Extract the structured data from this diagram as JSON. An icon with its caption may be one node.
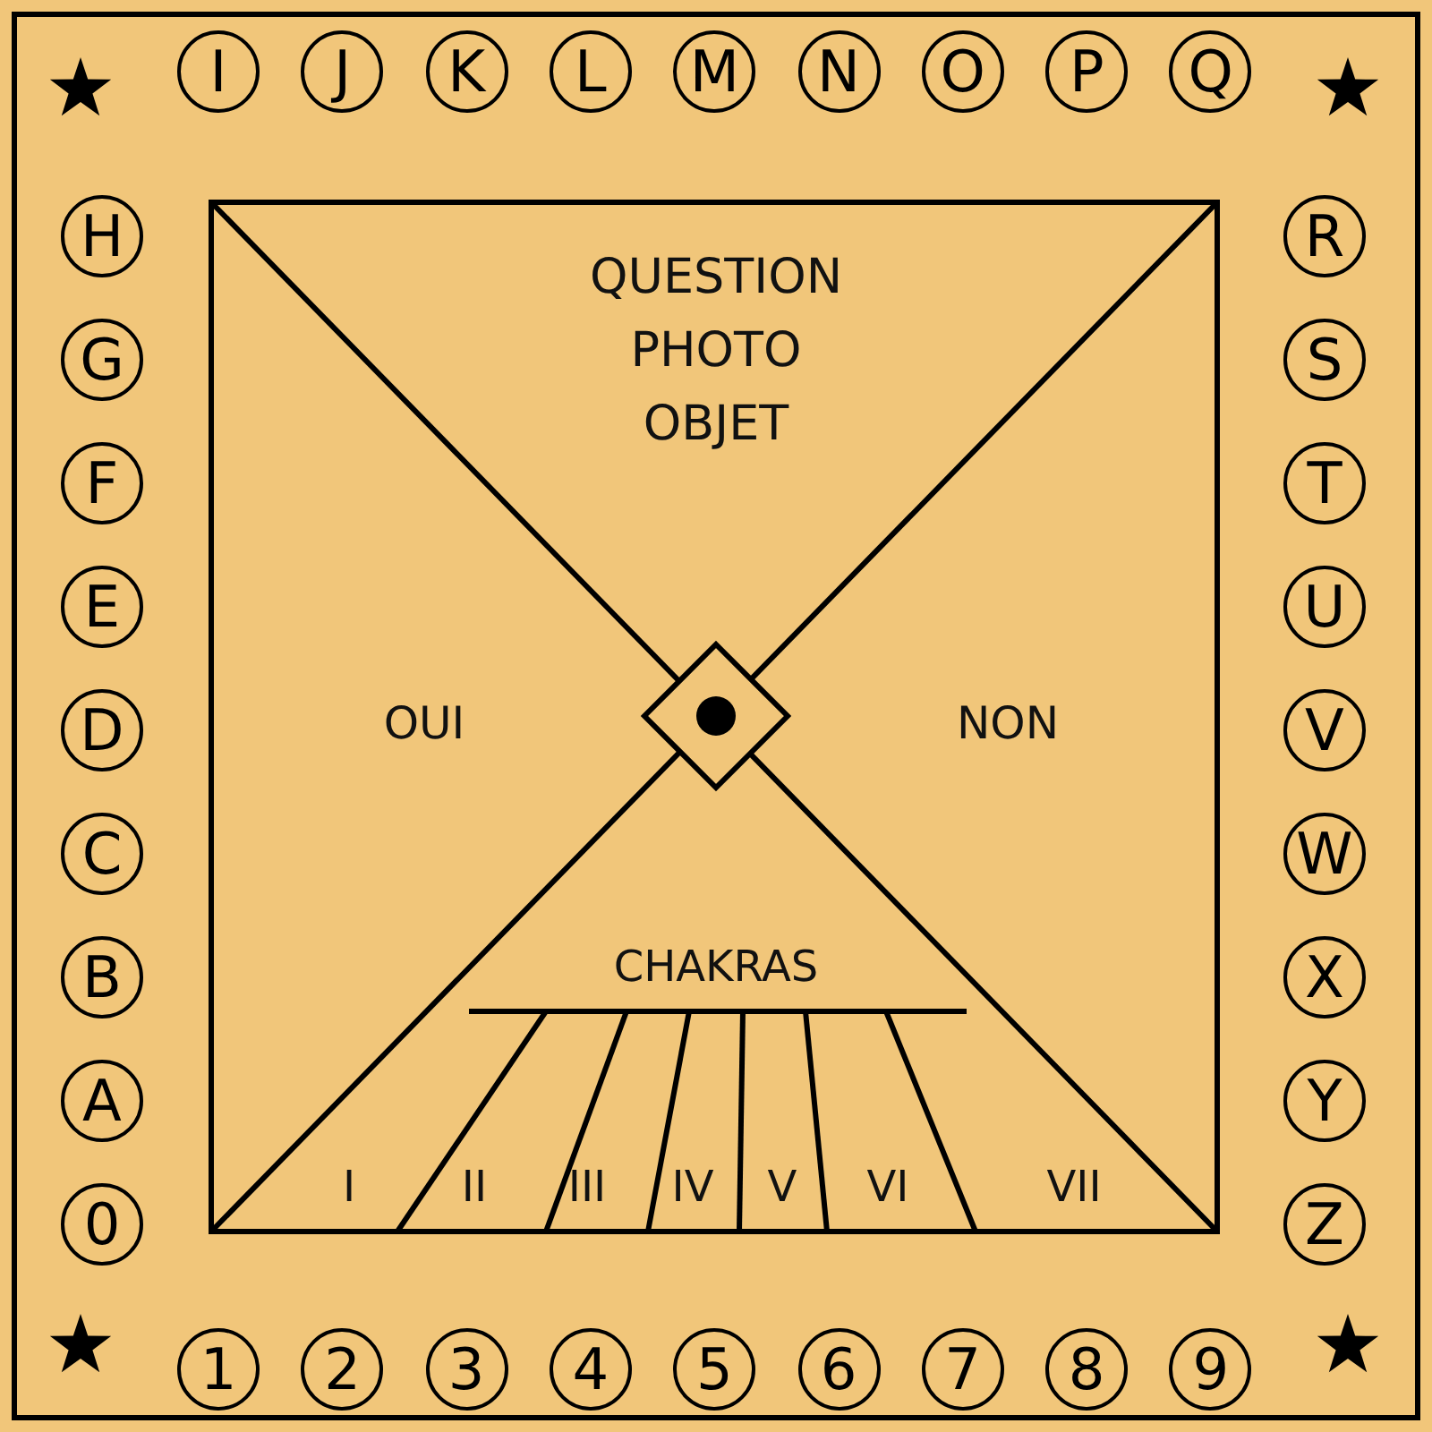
{
  "diagram": {
    "nodes": [
      {
        "text": [
          "I"
        ]
      },
      {
        "text": [
          "J"
        ]
      },
      {
        "text": [
          "K"
        ]
      },
      {
        "text": [
          "L"
        ]
      },
      {
        "text": [
          "M"
        ]
      },
      {
        "text": [
          "N"
        ]
      },
      {
        "text": [
          "O"
        ]
      },
      {
        "text": [
          "P"
        ]
      },
      {
        "text": [
          "Q"
        ]
      },
      {
        "text": [
          "H"
        ]
      },
      {
        "text": [
          "R"
        ]
      },
      {
        "text": [
          "G"
        ]
      },
      {
        "text": [
          "S"
        ]
      },
      {
        "text": [
          "F"
        ]
      },
      {
        "text": [
          "T"
        ]
      },
      {
        "text": [
          "E"
        ]
      },
      {
        "text": [
          "U"
        ]
      },
      {
        "text": [
          "D"
        ]
      },
      {
        "text": [
          "V"
        ]
      },
      {
        "text": [
          "C"
        ]
      },
      {
        "text": [
          "W"
        ]
      },
      {
        "text": [
          "B"
        ]
      },
      {
        "text": [
          "X"
        ]
      },
      {
        "text": [
          "A"
        ]
      },
      {
        "text": [
          "Y"
        ]
      },
      {
        "text": [
          "0"
        ]
      },
      {
        "text": [
          "Z"
        ]
      },
      {
        "text": [
          "1"
        ]
      },
      {
        "text": [
          "2"
        ]
      },
      {
        "text": [
          "3"
        ]
      },
      {
        "text": [
          "4"
        ]
      },
      {
        "text": [
          "5"
        ]
      },
      {
        "text": [
          "6"
        ]
      },
      {
        "text": [
          "7"
        ]
      },
      {
        "text": [
          "8"
        ]
      },
      {
        "text": [
          "9"
        ]
      }
    ],
    "edges": [],
    "labels": [
      "QUESTION",
      "PHOTO",
      "OBJET",
      "OUI",
      "NON",
      "CHAKRAS",
      "I",
      "II",
      "III",
      "IV",
      "V",
      "VI",
      "VII"
    ]
  }
}
